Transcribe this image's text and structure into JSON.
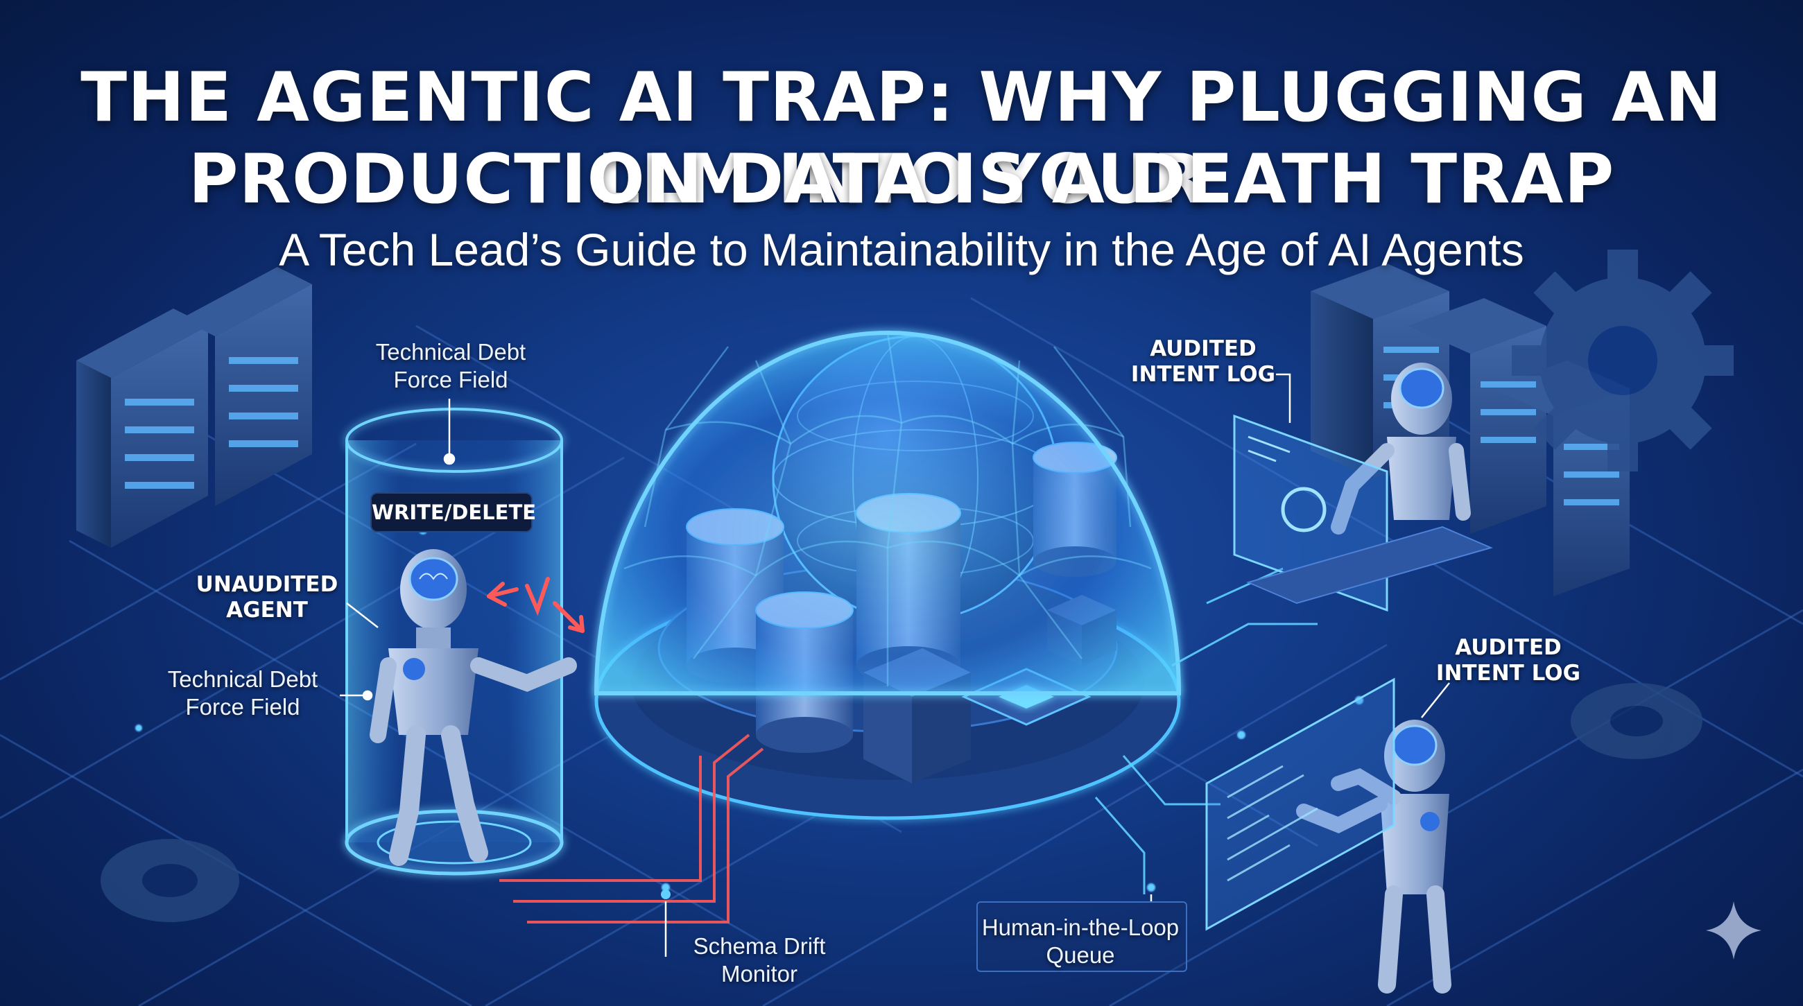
{
  "title": {
    "line1": "THE AGENTIC AI TRAP: WHY PLUGGING AN LLM INTO YOUR",
    "line2": "PRODUCTION DATA IS A DEATH TRAP"
  },
  "subtitle": "A Tech Lead’s Guide to Maintainability in the Age of AI Agents",
  "labels": {
    "force_field_top": [
      "Technical Debt",
      "Force Field"
    ],
    "write_delete": "WRITE/DELETE",
    "unaudited_agent": [
      "UNAUDITED",
      "AGENT"
    ],
    "force_field_left": [
      "Technical Debt",
      "Force Field"
    ],
    "audited_top": [
      "AUDITED",
      "INTENT LOG"
    ],
    "audited_right": [
      "AUDITED",
      "INTENT LOG"
    ],
    "schema_monitor": [
      "Schema Drift",
      "Monitor"
    ],
    "hitl_queue": [
      "Human-in-the-Loop",
      "Queue"
    ]
  },
  "icons": {
    "robot_unaudited": "robot-icon",
    "robot_audited_top": "robot-icon",
    "robot_audited_bottom": "robot-icon",
    "blocked_arrow": "broken-arrow-icon",
    "gear": "gear-icon",
    "sparkle": "sparkle-icon"
  },
  "colors": {
    "background": "#0b2561",
    "glow": "#4fc3ff",
    "danger_line": "#ff5a5a"
  }
}
